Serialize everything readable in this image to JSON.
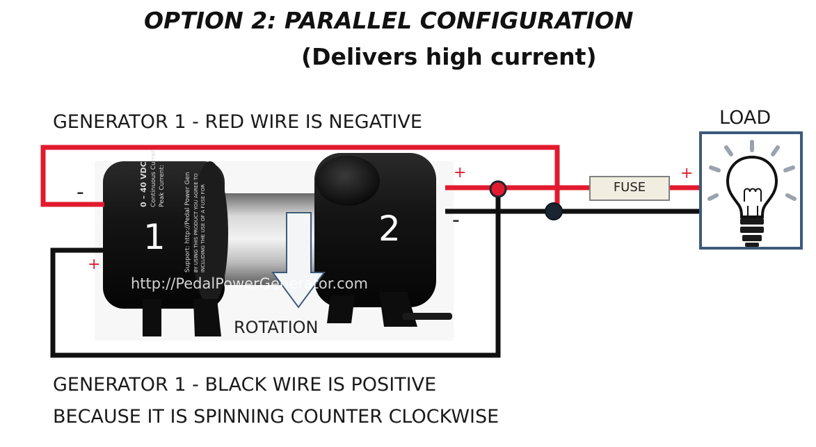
{
  "title": "OPTION 2: PARALLEL CONFIGURATION",
  "subtitle": "(Delivers high current)",
  "notes": {
    "red_wire": "GENERATOR 1 - RED WIRE IS NEGATIVE",
    "black_wire_line1": "GENERATOR 1 - BLACK WIRE IS POSITIVE",
    "black_wire_line2": "BECAUSE IT IS SPINNING COUNTER CLOCKWISE"
  },
  "load_label": "LOAD",
  "fuse_label": "FUSE",
  "rotation_label": "ROTATION",
  "generators": [
    {
      "number": "1",
      "minus": "-",
      "plus": "+"
    },
    {
      "number": "2",
      "minus": "-",
      "plus": "+"
    }
  ],
  "load_plus": "+",
  "photo_text": {
    "url": "http://PedalPowerGenerator.com",
    "label_lines": [
      "0 – 40 VDC",
      "Continuous Current:",
      "Peak Current:",
      "Support: http://Pedal Power Gen",
      "BY USING THIS PRODUCT YOU AGREE TO",
      "INCLUDING THE USE OF A FUSE FOR"
    ]
  },
  "colors": {
    "red_wire": "#e21a2e",
    "black_wire": "#111111",
    "load_border": "#3d5a7a",
    "fuse_fill": "#f1ede0",
    "arrow_fill": "#f3f5f7",
    "arrow_stroke": "#3d5a7a",
    "junction_red": "#e21a2e",
    "junction_black": "#1b2431"
  },
  "icons": {
    "load": "light-bulb-icon",
    "rotation": "arrow-down-icon"
  }
}
